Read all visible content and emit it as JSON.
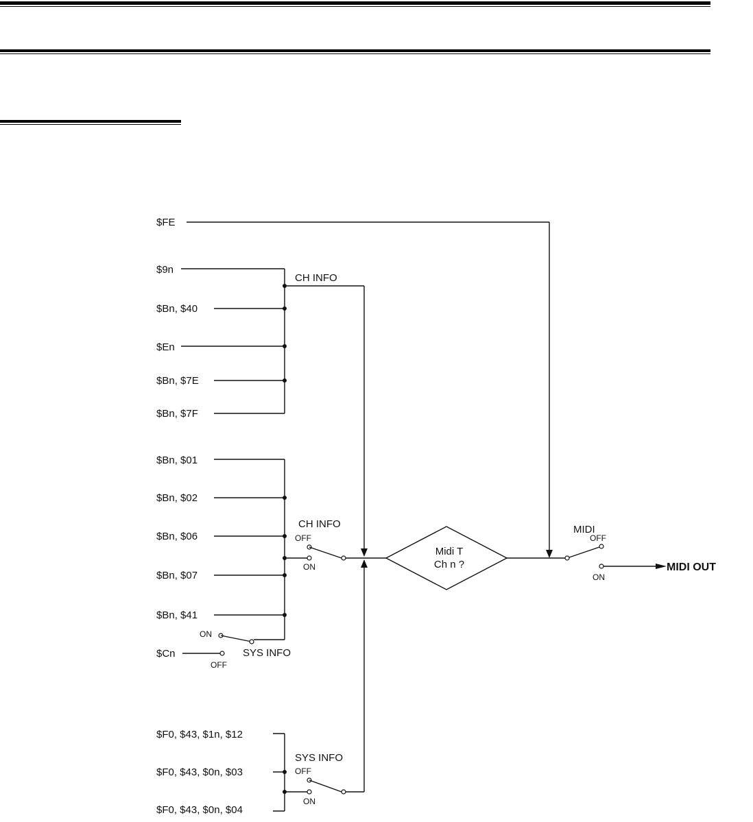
{
  "diagram": {
    "inputs_top": {
      "fe": "$FE"
    },
    "group1": {
      "items": [
        "$9n",
        "$Bn, $40",
        "$En",
        "$Bn, $7E",
        "$Bn, $7F"
      ],
      "label": "CH INFO"
    },
    "group2": {
      "items": [
        "$Bn, $01",
        "$Bn, $02",
        "$Bn, $06",
        "$Bn, $07",
        "$Bn, $41"
      ],
      "switch_label": "CH INFO",
      "switch_off": "OFF",
      "switch_on": "ON"
    },
    "sys_switch": {
      "input": "$Cn",
      "label": "SYS INFO",
      "on": "ON",
      "off": "OFF"
    },
    "group3": {
      "items": [
        "$F0, $43, $1n, $12",
        "$F0, $43, $0n, $03",
        "$F0, $43, $0n, $04"
      ],
      "switch_label": "SYS INFO",
      "switch_off": "OFF",
      "switch_on": "ON"
    },
    "decision": {
      "line1": "Midi  T",
      "line2": "Ch  n ?"
    },
    "midi_switch": {
      "label": "MIDI",
      "off": "OFF",
      "on": "ON"
    },
    "output": {
      "label": "MIDI OUT"
    }
  }
}
